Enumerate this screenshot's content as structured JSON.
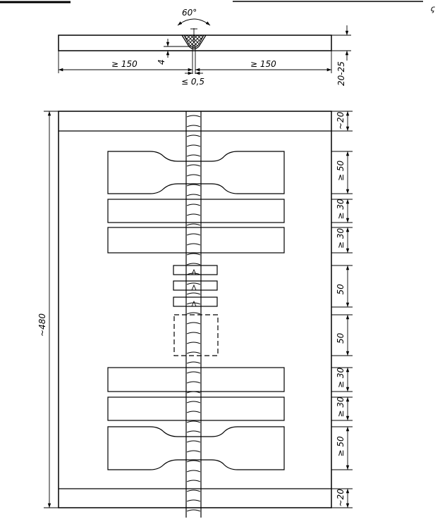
{
  "figure": {
    "weld_angle": "60°",
    "side_view": {
      "left_length": "≥ 150",
      "right_length": "≥ 150",
      "root_height": "4",
      "root_gap": "≤ 0,5",
      "thickness": "20-25"
    },
    "plan_view": {
      "overall_length": "~480",
      "right_dimensions": [
        "~20",
        "≥ 50",
        "≥ 30",
        "≥ 30",
        "50",
        "50",
        "≥ 30",
        "≥ 30",
        "≥ 50",
        "~20"
      ]
    }
  },
  "corner_mark": "ꞔ"
}
